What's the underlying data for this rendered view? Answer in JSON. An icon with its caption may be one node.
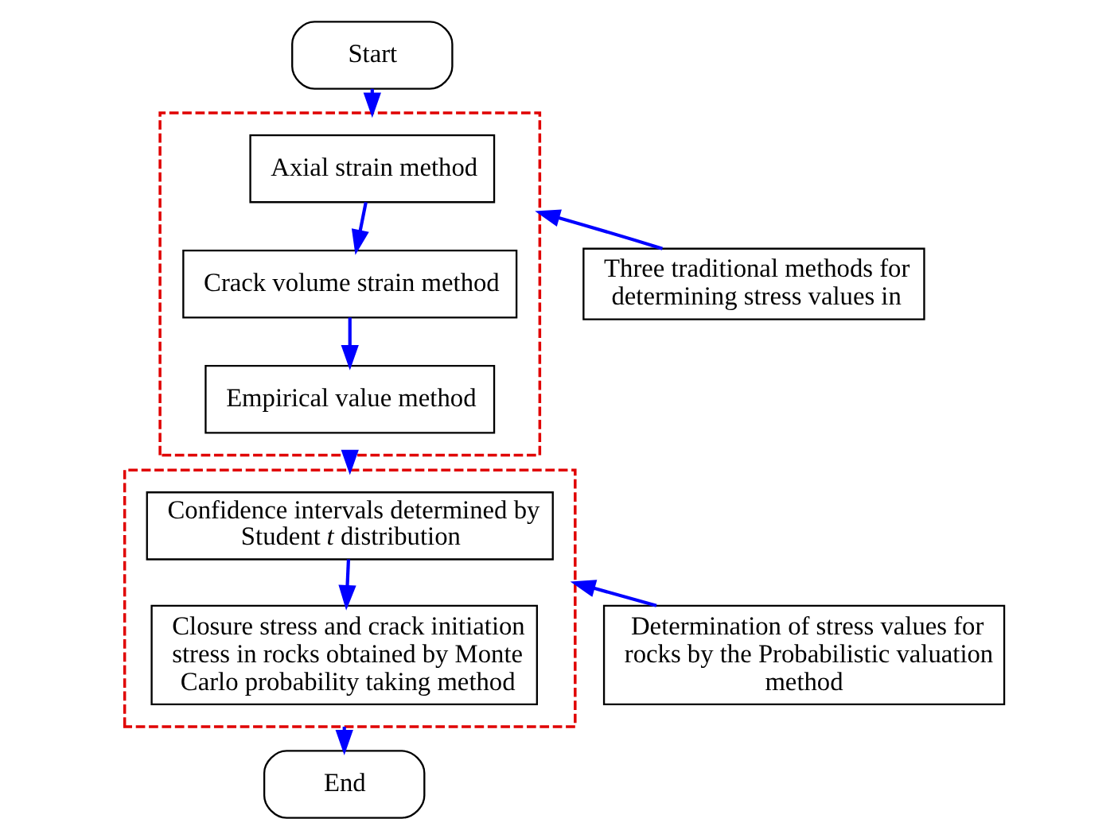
{
  "diagram": {
    "nodes": [
      {
        "text": [
          "Start"
        ]
      },
      {
        "text": [],
        "shape": "box"
      },
      {
        "text": [
          "Axial strain method"
        ],
        "in": 1
      },
      {
        "text": [
          "Crack volume strain method"
        ],
        "in": 1
      },
      {
        "text": [
          "Empirical value method"
        ],
        "in": 1
      },
      {
        "text": [
          "Three traditional methods for determining stress values in"
        ]
      },
      {
        "text": [],
        "shape": "box"
      },
      {
        "text": [
          "Confidence intervals determined by Student *t* distribution"
        ],
        "in": 6
      },
      {
        "text": [
          "Closure stress and crack initiation stress in rocks obtained by Monte Carlo probability taking method"
        ],
        "in": 6
      },
      {
        "text": [
          "Determination of stress values for rocks by the Probabilistic valuation method"
        ]
      },
      {
        "text": [
          "End"
        ]
      }
    ],
    "edges": [
      {
        "from": 0,
        "to": 1,
        "arrow": "to"
      },
      {
        "from": 2,
        "to": 3,
        "arrow": "to"
      },
      {
        "from": 3,
        "to": 4,
        "arrow": "to"
      },
      {
        "from": 5,
        "to": 1,
        "arrow": "to"
      },
      {
        "from": 1,
        "to": 6,
        "arrow": "to"
      },
      {
        "from": 7,
        "to": 8,
        "arrow": "to"
      },
      {
        "from": 9,
        "to": 6,
        "arrow": "to"
      },
      {
        "from": 6,
        "to": 10,
        "arrow": "to"
      }
    ]
  }
}
